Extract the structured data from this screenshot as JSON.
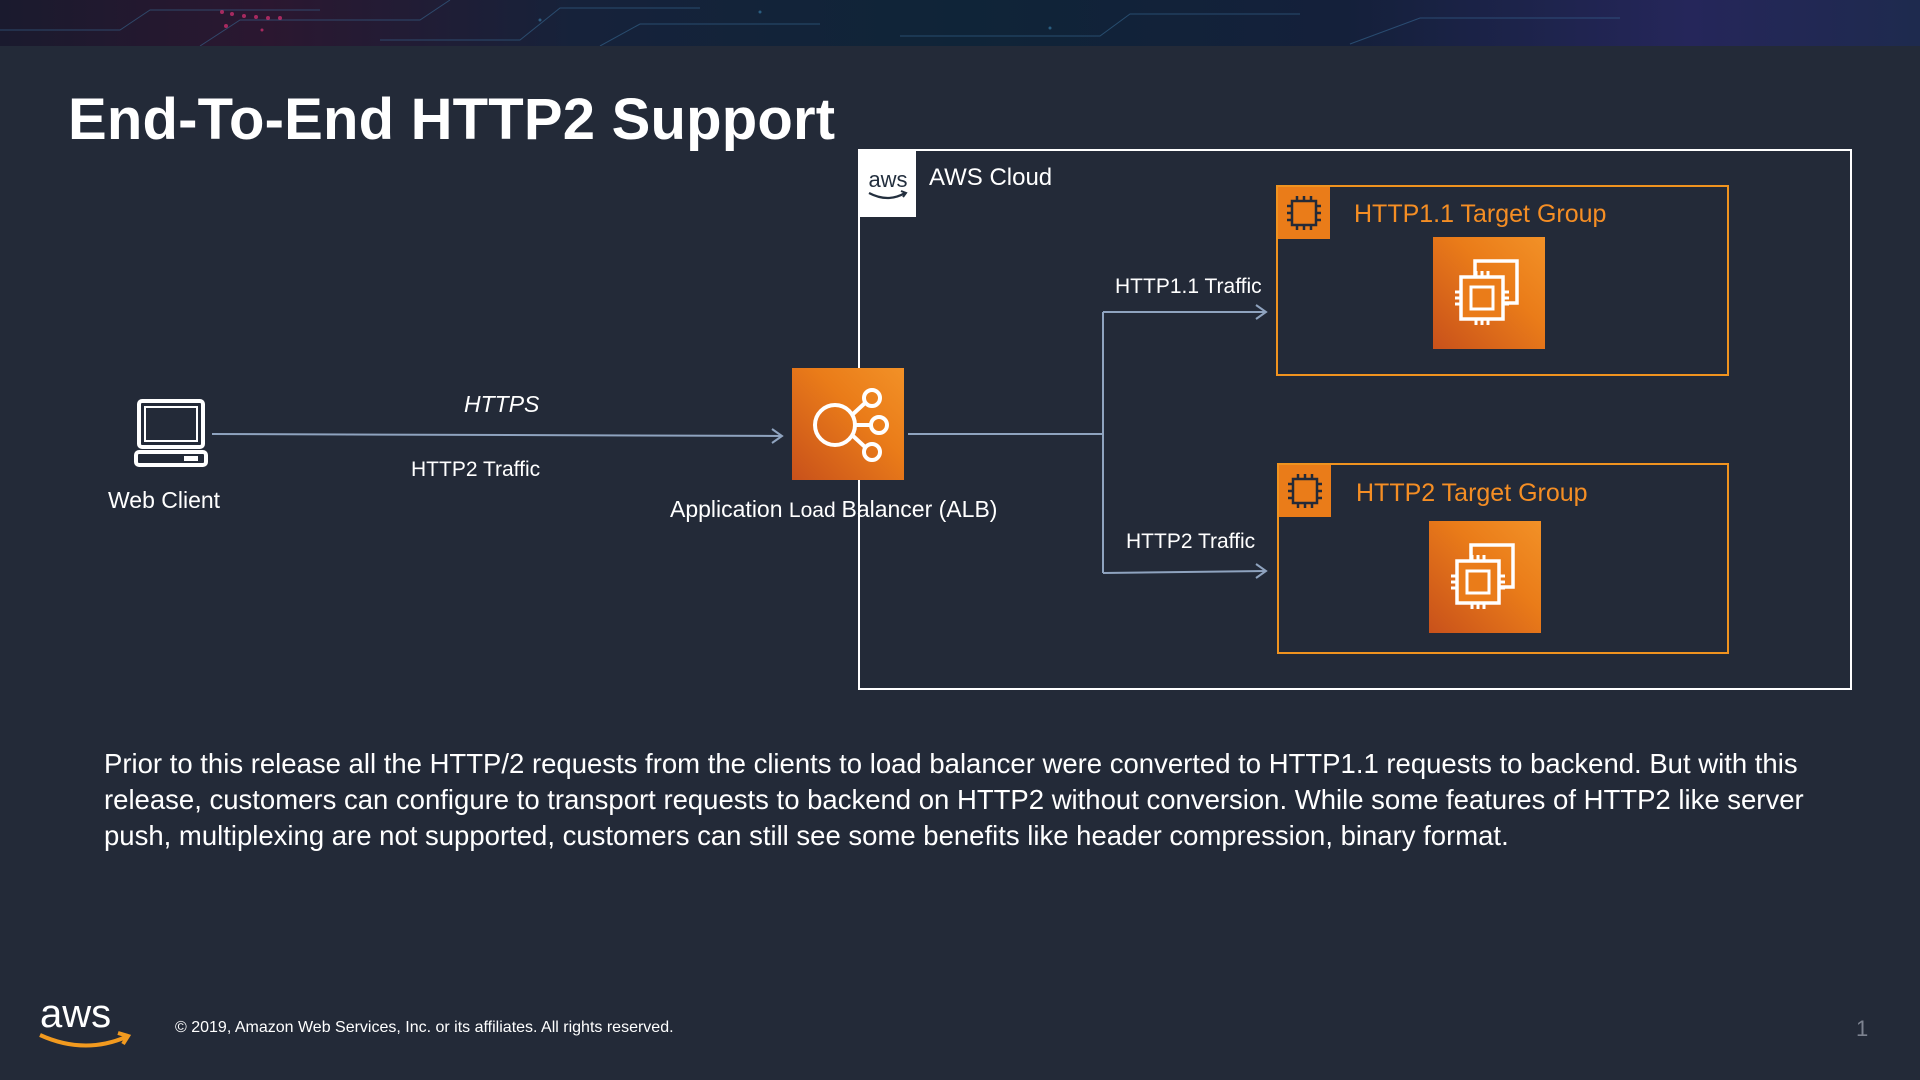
{
  "title": "End-To-End HTTP2 Support",
  "diagram": {
    "web_client_label": "Web Client",
    "edge_label_https": "HTTPS",
    "edge_label_http2_traffic": "HTTP2 Traffic",
    "alb_label_part1": "Application ",
    "alb_label_part2": "Load ",
    "alb_label_part3": "Balancer (ALB)",
    "cloud_label": "AWS Cloud",
    "cloud_logo_text": "aws",
    "http11_traffic_label": "HTTP1.1 Traffic",
    "http2_traffic_label": "HTTP2 Traffic",
    "http11_target_group": "HTTP1.1 Target Group",
    "http2_target_group": "HTTP2 Target Group"
  },
  "description": "Prior to this release all the HTTP/2 requests from the clients to load balancer were converted to HTTP1.1 requests to backend. But with this release, customers can configure to transport requests to backend on HTTP2 without conversion. While some features of HTTP2 like server push, multiplexing are not supported, customers can still see some benefits like header compression, binary format.",
  "footer": {
    "logo_text": "aws",
    "copyright": "© 2019, Amazon Web Services, Inc. or its affiliates. All rights reserved.",
    "page_number": "1"
  },
  "colors": {
    "background": "#232a38",
    "accent_orange": "#ea7c19",
    "target_group_text": "#f58e24",
    "connector": "#8fa3bf"
  },
  "icons": [
    "laptop-icon",
    "load-balancer-icon",
    "ec2-instances-icon",
    "chip-icon",
    "aws-logo-icon"
  ]
}
